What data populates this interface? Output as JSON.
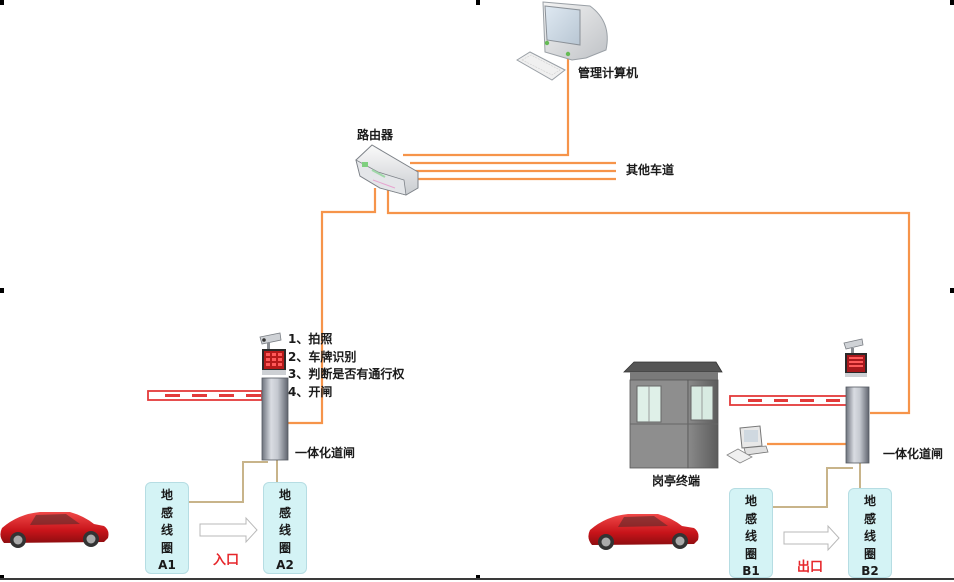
{
  "diagram": {
    "title": "",
    "colors": {
      "network_line": "#f6944a",
      "signal_line": "#c8b48a",
      "coil_fill": "#d4f3f5",
      "direction_label": "#e6262a",
      "barrier_red": "#e33a3a",
      "car_red": "#d41a1f"
    },
    "nodes": {
      "management_pc": {
        "label": "管理计算机",
        "icon": "desktop-computer-icon"
      },
      "router": {
        "label": "路由器",
        "icon": "router-icon"
      },
      "other_lanes": {
        "label": "其他车道"
      },
      "entry_gate": {
        "label": "一体化道闸",
        "icon": "barrier-gate-icon"
      },
      "exit_gate": {
        "label": "一体化道闸",
        "icon": "barrier-gate-icon"
      },
      "booth_terminal": {
        "label": "岗亭终端",
        "icon": "guard-booth-icon"
      }
    },
    "entry_steps": [
      "1、拍照",
      "2、车牌识别",
      "3、判断是否有通行权",
      "4、开闸"
    ],
    "coils": {
      "a1": {
        "lines": [
          "地",
          "感",
          "线",
          "圈",
          "A1"
        ]
      },
      "a2": {
        "lines": [
          "地",
          "感",
          "线",
          "圈",
          "A2"
        ]
      },
      "b1": {
        "lines": [
          "地",
          "感",
          "线",
          "圈",
          "B1"
        ]
      },
      "b2": {
        "lines": [
          "地",
          "感",
          "线",
          "圈",
          "B2"
        ]
      }
    },
    "directions": {
      "entry": "入口",
      "exit": "出口"
    },
    "edges": [
      {
        "from": "router",
        "to": "management_pc",
        "type": "network"
      },
      {
        "from": "router",
        "to": "other_lanes",
        "type": "network",
        "count": 3
      },
      {
        "from": "router",
        "to": "entry_gate",
        "type": "network"
      },
      {
        "from": "router",
        "to": "exit_gate",
        "type": "network"
      },
      {
        "from": "booth_terminal",
        "to": "exit_gate",
        "type": "network"
      },
      {
        "from": "coil_a1",
        "to": "entry_gate",
        "type": "signal"
      },
      {
        "from": "coil_a2",
        "to": "entry_gate",
        "type": "signal"
      },
      {
        "from": "coil_b1",
        "to": "exit_gate",
        "type": "signal"
      },
      {
        "from": "coil_b2",
        "to": "exit_gate",
        "type": "signal"
      }
    ]
  }
}
